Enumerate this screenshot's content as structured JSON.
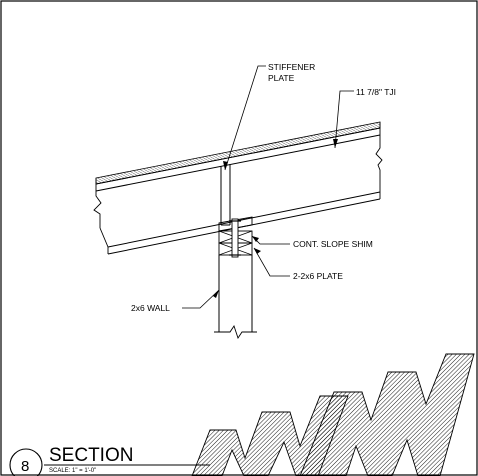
{
  "labels": {
    "stiffener_line1": "STIFFENER",
    "stiffener_line2": "PLATE",
    "tji": "11 7/8\" TJI",
    "slope_shim": "CONT. SLOPE SHIM",
    "plate": "2-2x6 PLATE",
    "wall": "2x6 WALL"
  },
  "title_block": {
    "detail_number": "8",
    "title": "SECTION",
    "scale": "SCALE: 1\" = 1'-0\""
  }
}
